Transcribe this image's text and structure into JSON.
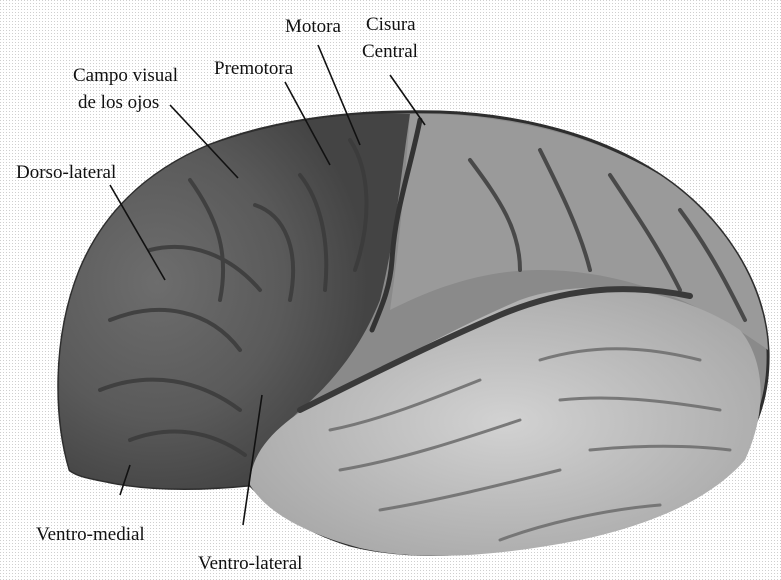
{
  "figure": {
    "labels": {
      "motora": "Motora",
      "cisura_line1": "Cisura",
      "cisura_line2": "Central",
      "campo_line1": "Campo visual",
      "campo_line2": "de los ojos",
      "premotora": "Premotora",
      "dorso_lateral": "Dorso-lateral",
      "ventro_medial": "Ventro-medial",
      "ventro_lateral": "Ventro-lateral"
    }
  }
}
